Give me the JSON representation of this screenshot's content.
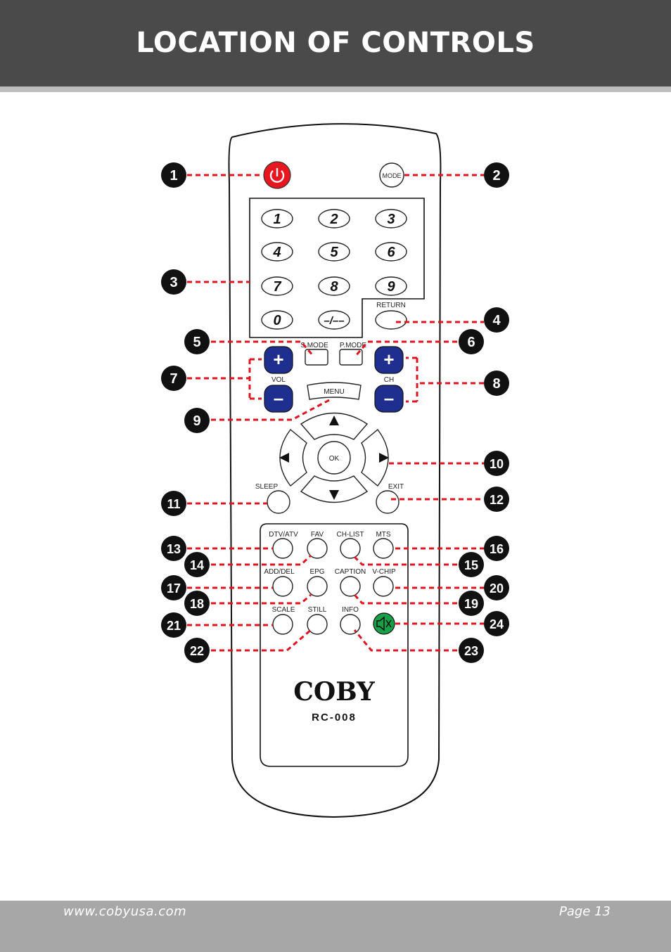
{
  "header": {
    "title": "LOCATION OF CONTROLS"
  },
  "footer": {
    "url": "www.cobyusa.com",
    "page": "Page 13"
  },
  "remote": {
    "brand": "COBY",
    "model": "RC-008",
    "labels": {
      "mode": "MODE",
      "return": "RETURN",
      "smode": "S.MODE",
      "pmode": "P.MODE",
      "vol": "VOL",
      "ch": "CH",
      "menu": "MENU",
      "ok": "OK",
      "sleep": "SLEEP",
      "exit": "EXIT",
      "dtv_atv": "DTV/ATV",
      "fav": "FAV",
      "ch_list": "CH-LIST",
      "mts": "MTS",
      "add_del": "ADD/DEL",
      "epg": "EPG",
      "caption": "CAPTION",
      "v_chip": "V-CHIP",
      "scale": "SCALE",
      "still": "STILL",
      "info": "INFO"
    },
    "digits": [
      "1",
      "2",
      "3",
      "4",
      "5",
      "6",
      "7",
      "8",
      "9",
      "0",
      "–/––"
    ],
    "plus": "+",
    "minus": "–"
  },
  "callouts": [
    "1",
    "2",
    "3",
    "4",
    "5",
    "6",
    "7",
    "8",
    "9",
    "10",
    "11",
    "12",
    "13",
    "14",
    "15",
    "16",
    "17",
    "18",
    "19",
    "20",
    "21",
    "22",
    "23",
    "24"
  ],
  "colors": {
    "header": "#4a4a4a",
    "footer": "#a7a7a7",
    "leader": "#e0141e",
    "power": "#e8161e",
    "volch": "#1f2f8f",
    "mute": "#18a048"
  },
  "icons": {
    "power": "power-icon",
    "mute": "mute-icon",
    "up": "arrow-up-icon",
    "down": "arrow-down-icon",
    "left": "arrow-left-icon",
    "right": "arrow-right-icon"
  }
}
